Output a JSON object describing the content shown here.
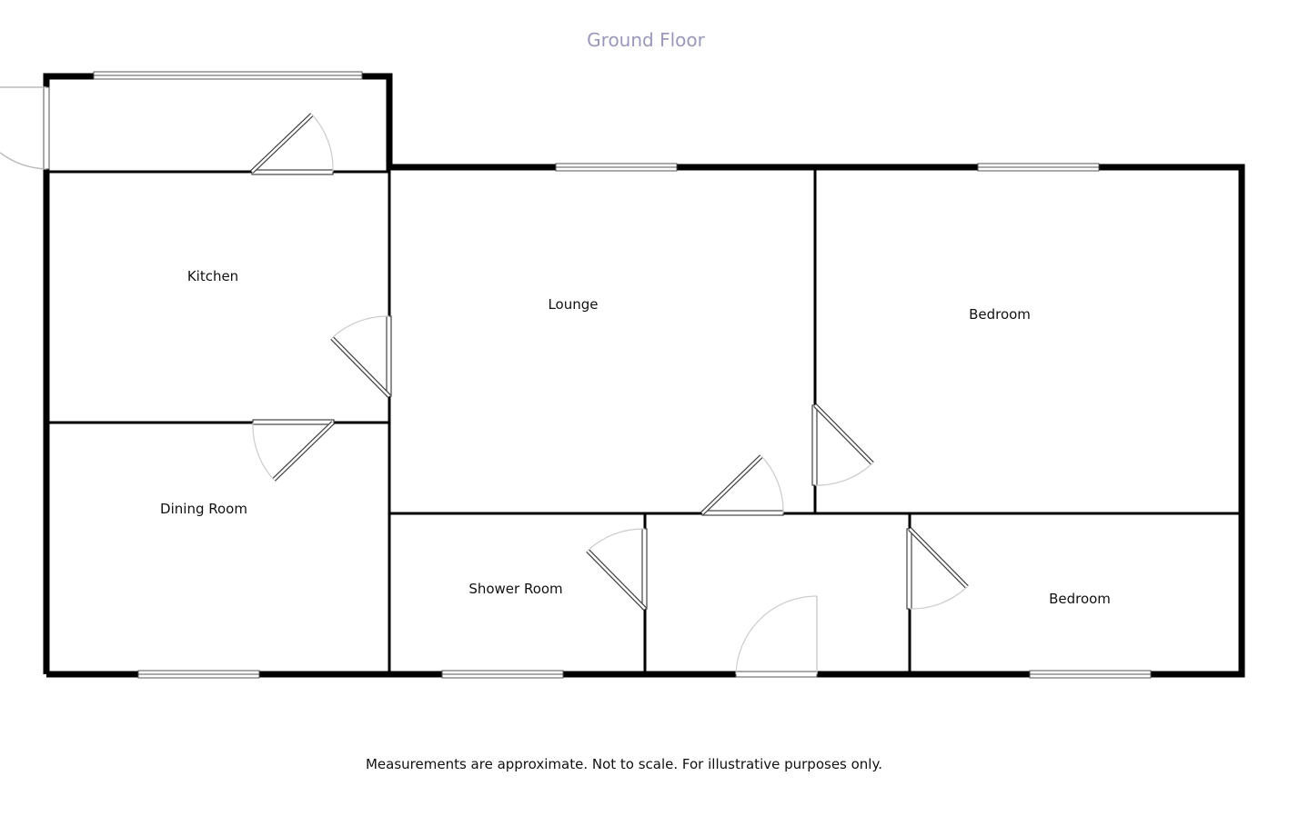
{
  "floor_title": "Ground Floor",
  "rooms": [
    {
      "id": "kitchen",
      "label": "Kitchen"
    },
    {
      "id": "lounge",
      "label": "Lounge"
    },
    {
      "id": "bedroom-1",
      "label": "Bedroom"
    },
    {
      "id": "dining-room",
      "label": "Dining Room"
    },
    {
      "id": "shower-room",
      "label": "Shower Room"
    },
    {
      "id": "bedroom-2",
      "label": "Bedroom"
    }
  ],
  "disclaimer": "Measurements are approximate. Not to scale. For illustrative purposes only.",
  "colors": {
    "wall": "#000000",
    "title": "#9a98bb",
    "door_swing": "#cccccc",
    "fixture": "#444444"
  }
}
